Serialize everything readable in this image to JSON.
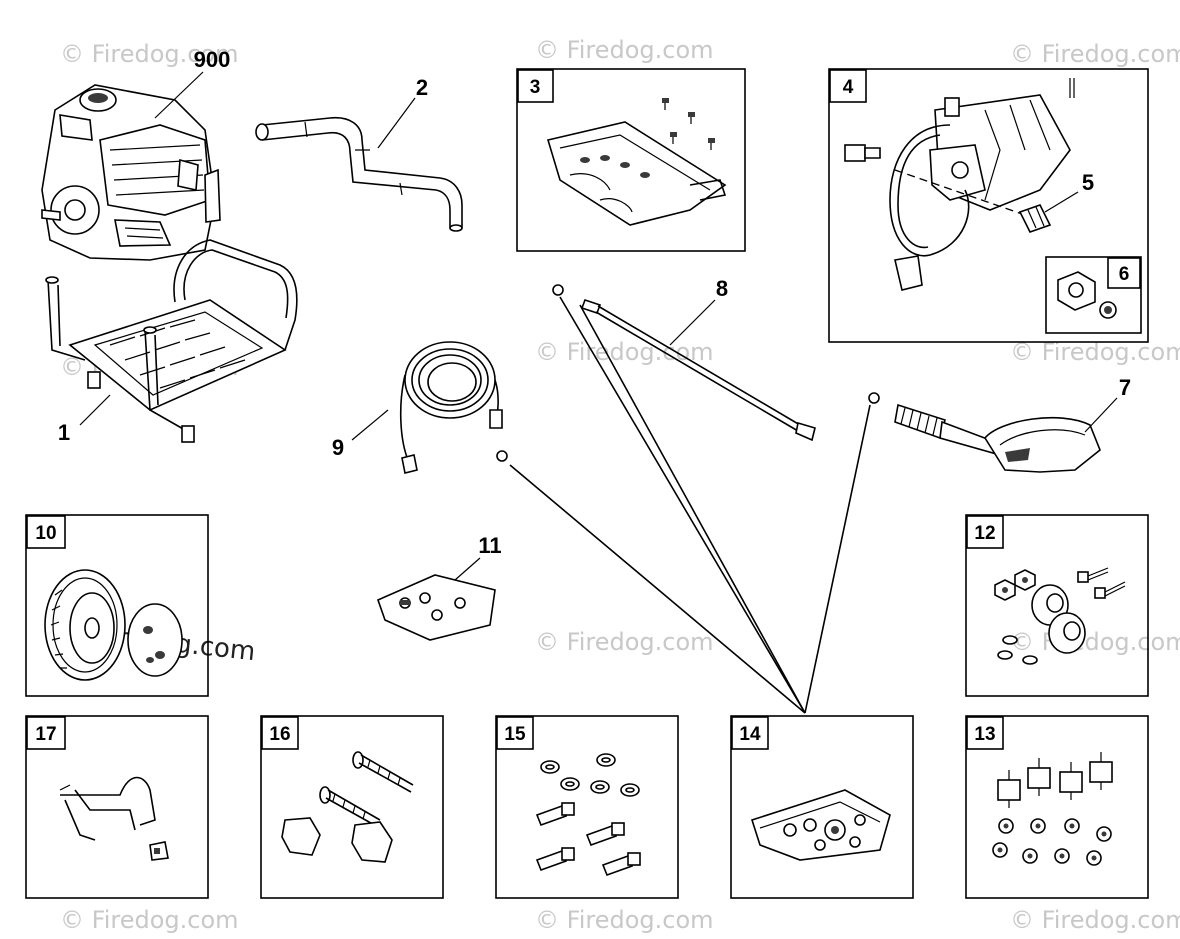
{
  "callouts": {
    "c900": "900",
    "c1": "1",
    "c2": "2",
    "c3": "3",
    "c4": "4",
    "c5": "5",
    "c6": "6",
    "c7": "7",
    "c8": "8",
    "c9": "9",
    "c10": "10",
    "c11": "11",
    "c12": "12",
    "c13": "13",
    "c14": "14",
    "c15": "15",
    "c16": "16",
    "c17": "17"
  },
  "watermark": {
    "text": "© Firedog.com"
  },
  "colors": {
    "line": "#000000",
    "watermark": "#c8c8c8",
    "background": "#ffffff"
  }
}
